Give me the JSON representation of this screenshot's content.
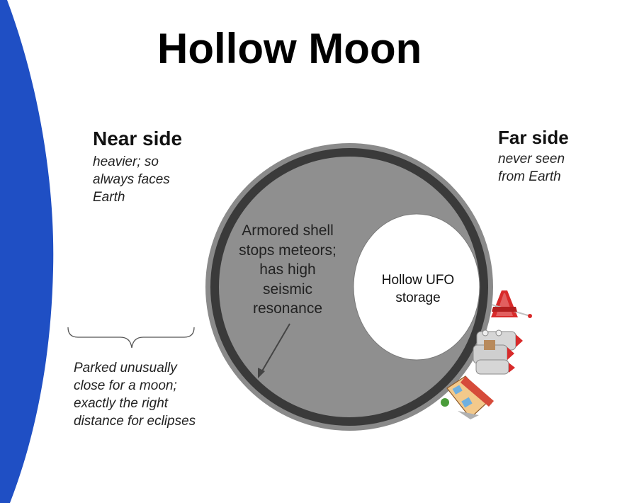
{
  "title": "Hollow Moon",
  "near_side": {
    "heading": "Near side",
    "description": "heavier; so always faces Earth"
  },
  "far_side": {
    "heading": "Far side",
    "description": "never seen from Earth"
  },
  "shell_label": "Armored shell stops meteors; has high seismic resonance",
  "hollow_label": "Hollow UFO storage",
  "orbit_note": "Parked unusually close for a moon; exactly the right distance for eclipses",
  "colors": {
    "earth": "#1f4fc4",
    "moon_outer": "#8a8a8a",
    "shell": "#3a3a3a",
    "moon_body": "#8f8f8f",
    "hollow": "#ffffff"
  },
  "icons": [
    "radio-tower-icon",
    "rocket-icon",
    "house-icon"
  ]
}
